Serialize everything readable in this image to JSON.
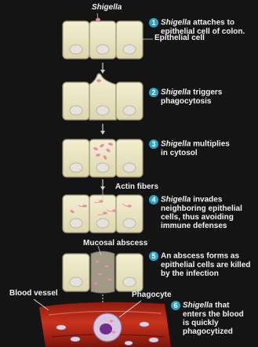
{
  "labels": {
    "shigella_top": "Shigella",
    "epithelial_cell": "Epithelial cell",
    "actin_fibers": "Actin fibers",
    "mucosal_abscess": "Mucosal abscess",
    "phagocyte": "Phagocyte",
    "blood_vessel": "Blood vessel"
  },
  "steps": [
    {
      "number": "1",
      "italic": "Shigella",
      "line1_rest": " attaches to",
      "lines": [
        "epithelial cell of colon."
      ]
    },
    {
      "number": "2",
      "italic": "Shigella",
      "line1_rest": " triggers",
      "lines": [
        "phagocytosis"
      ]
    },
    {
      "number": "3",
      "italic": "Shigella",
      "line1_rest": " multiplies",
      "lines": [
        "in cytosol"
      ]
    },
    {
      "number": "4",
      "italic": "Shigella",
      "line1_rest": " invades",
      "lines": [
        "neighboring epithelial",
        "cells, thus avoiding",
        "immune defenses"
      ]
    },
    {
      "number": "5",
      "italic": "",
      "line1_rest": "An abscess forms as",
      "lines": [
        "epithelial cells are killed",
        "by the infection"
      ]
    },
    {
      "number": "6",
      "italic": "Shigella",
      "line1_rest": " that",
      "lines": [
        "enters the blood",
        "is quickly",
        "phagocytized"
      ]
    }
  ],
  "colors": {
    "background": "#141414",
    "cell_fill": "#ece7c6",
    "cell_stroke": "#9c9574",
    "nucleus_fill": "#e4e2da",
    "bacteria": "#e98aa3",
    "step_badge": "#2aa3c8",
    "vessel": "#b52a17",
    "vessel_lumen": "#d9442a",
    "phagocyte_fill": "#d9c7e0",
    "phagocyte_nucleus": "#6e2f8c"
  }
}
